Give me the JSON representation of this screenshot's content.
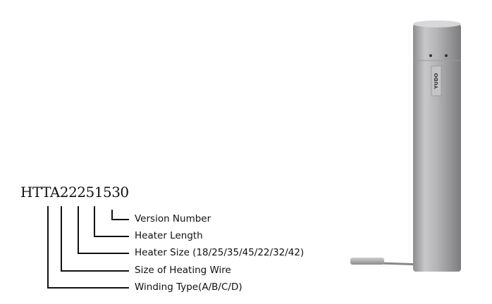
{
  "code": "HTTA22251530",
  "labels": [
    "Version Number",
    "Heater Length",
    "Heater Size (18/25/35/45/22/32/42)",
    "Size of Heating Wire",
    "Winding Type(A/B/C/D)"
  ],
  "product": {
    "brand_label": "YUDO"
  }
}
